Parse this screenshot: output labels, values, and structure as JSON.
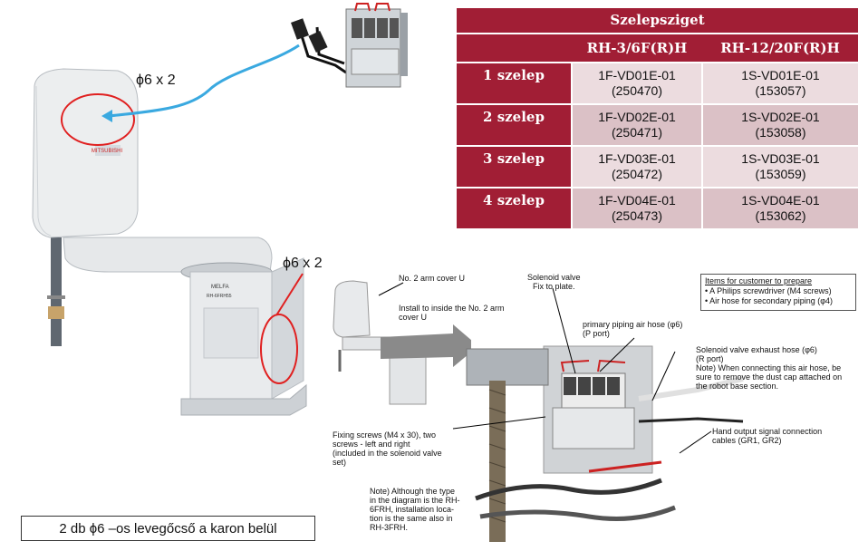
{
  "table": {
    "title": "Szelepsziget",
    "columns": [
      "",
      "RH-3/6F(R)H",
      "RH-12/20F(R)H"
    ],
    "rows": [
      {
        "label": "1 szelep",
        "c1": "1F-VD01E-01",
        "c1b": "(250470)",
        "c2": "1S-VD01E-01",
        "c2b": "(153057)"
      },
      {
        "label": "2 szelep",
        "c1": "1F-VD02E-01",
        "c1b": "(250471)",
        "c2": "1S-VD02E-01",
        "c2b": "(153058)"
      },
      {
        "label": "3 szelep",
        "c1": "1F-VD03E-01",
        "c1b": "(250472)",
        "c2": "1S-VD03E-01",
        "c2b": "(153059)"
      },
      {
        "label": "4 szelep",
        "c1": "1F-VD04E-01",
        "c1b": "(250473)",
        "c2": "1S-VD04E-01",
        "c2b": "(153062)"
      }
    ]
  },
  "labels": {
    "phi_top": "ϕ6 x 2",
    "phi_side": "ϕ6 x 2",
    "caption": "2 db ϕ6 –os levegőcső a karon belül",
    "robot_brand": "MELFA",
    "robot_model": "RH-6FRH55"
  },
  "diagram": {
    "items_title": "Items for customer to prepare",
    "items_1": "• A Philips screwdriver (M4 screws)",
    "items_2": "• Air hose for secondary piping (φ4)",
    "arm_cover_1": "No. 2 arm cover U",
    "install_1": "Install to inside the No. 2 arm",
    "install_2": "cover U",
    "solenoid_1": "Solenoid valve",
    "solenoid_2": "Fix to plate.",
    "primary_1": "primary piping air hose (φ6)",
    "primary_2": "(P port)",
    "exhaust_1": "Solenoid valve exhaust hose (φ6)",
    "exhaust_2": "(R port)",
    "exhaust_3": "Note) When connecting this air hose, be",
    "exhaust_4": "sure to remove the dust cap attached on",
    "exhaust_5": "the robot base section.",
    "fixing_1": "Fixing screws (M4 x 30), two",
    "fixing_2": "screws - left and right",
    "fixing_3": "(included in the solenoid valve",
    "fixing_4": "set)",
    "hand_1": "Hand output signal connection",
    "hand_2": "cables (GR1, GR2)",
    "note_1": "Note) Although the type",
    "note_2": "in the diagram is the RH-",
    "note_3": "6FRH, installation loca-",
    "note_4": "tion is the same also in",
    "note_5": "RH-3FRH."
  },
  "colors": {
    "table_header": "#a11e35",
    "row_light": "#ecdcdf",
    "row_dark": "#dbc1c6",
    "callout_red": "#e02020",
    "arrow_blue": "#3aa9e0"
  }
}
